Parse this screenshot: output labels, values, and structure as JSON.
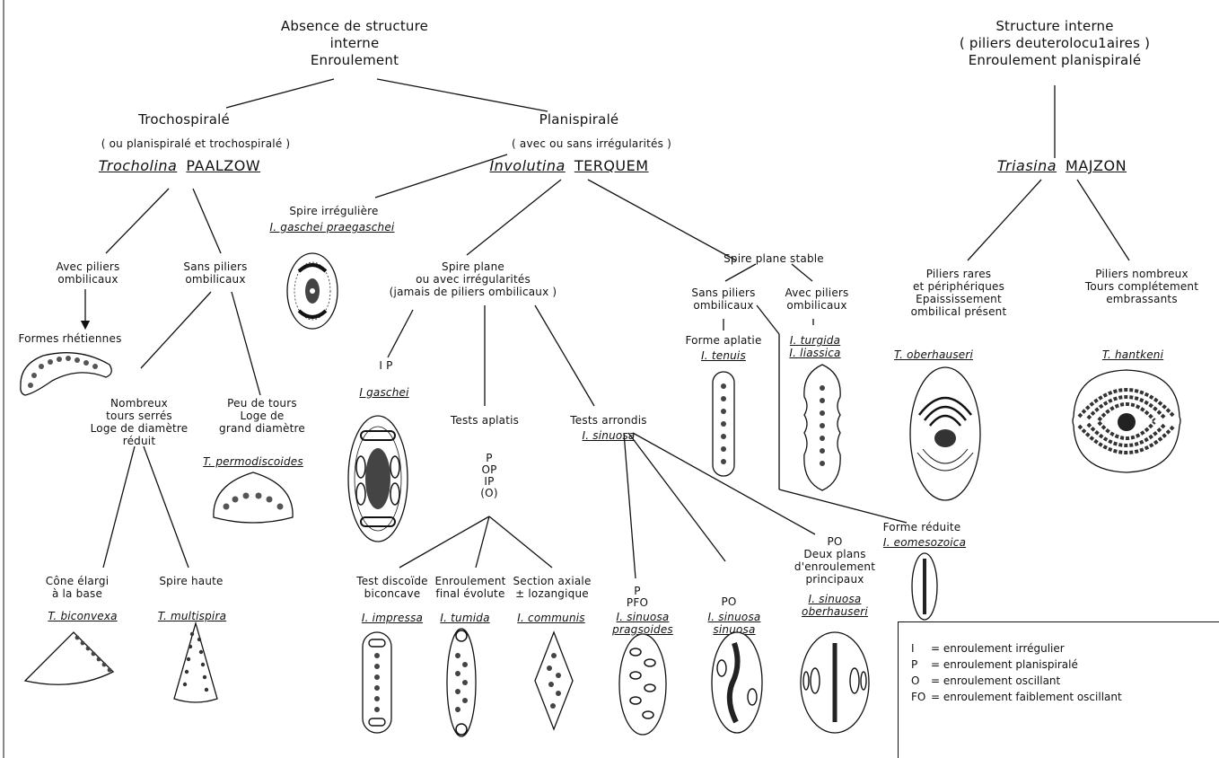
{
  "header_left": {
    "line1": "Absence de structure",
    "line2": "interne",
    "line3": "Enroulement"
  },
  "header_right": {
    "line1": "Structure interne",
    "line2": "( piliers deuterolocu1aires )",
    "line3": "Enroulement planispiralé"
  },
  "trocholina": {
    "title": "Trochospiralé",
    "subtitle": "( ou planispiralé et trochospiralé )",
    "genus": "Trocholina",
    "author": "PAALZOW",
    "branch_a": [
      "Avec piliers",
      "ombilicaux"
    ],
    "branch_a_result": "Formes rhétiennes",
    "branch_b": [
      "Sans piliers",
      "ombilicaux"
    ],
    "sub_a": [
      "Nombreux",
      "tours serrés",
      "Loge de diamètre",
      "réduit"
    ],
    "sub_b": [
      "Peu de tours",
      "Loge de",
      "grand diamètre"
    ],
    "sub_b_species": "T. permodiscoides",
    "leaf_a": [
      "Cône élargi",
      "à la base"
    ],
    "leaf_a_species": "T. biconvexa",
    "leaf_b": [
      "Spire haute"
    ],
    "leaf_b_species": "T. multispira"
  },
  "involutina": {
    "title": "Planispiralé",
    "subtitle": "( avec ou sans irrégularités )",
    "genus": "Involutina",
    "author": "TERQUEM",
    "irreg_label": "Spire irrégulière",
    "irreg_species": "I. gaschei praegaschei",
    "plane_label": [
      "Spire plane",
      "ou avec irrégularités",
      "(jamais de piliers ombilicaux )"
    ],
    "ip_code": "I P",
    "ip_species": "I gaschei",
    "aplatis_label": "Tests aplatis",
    "aplatis_codes": [
      "P",
      "OP",
      "IP",
      "(O)"
    ],
    "arrondis_label": "Tests arrondis",
    "arrondis_species": "I. sinuosa",
    "leaf_discoide": [
      "Test discoïde",
      "biconcave"
    ],
    "leaf_discoide_species": "I. impressa",
    "leaf_enroulement": [
      "Enroulement",
      "final évolute"
    ],
    "leaf_enroulement_species": "I. tumida",
    "leaf_section": [
      "Section axiale",
      "± lozangique"
    ],
    "leaf_section_species": "I. communis",
    "pfo_codes": [
      "P",
      "PFO"
    ],
    "pfo_species": [
      "I. sinuosa",
      "pragsoides"
    ],
    "po1_code": "PO",
    "po1_species": [
      "I. sinuosa",
      "sinuosa"
    ],
    "po2_code": "PO",
    "po2_text": [
      "Deux plans",
      "d'enroulement",
      "principaux"
    ],
    "po2_species": [
      "I. sinuosa",
      "oberhauseri"
    ],
    "stable_label": "Spire plane stable",
    "stable_a": [
      "Sans piliers",
      "ombilicaux"
    ],
    "stable_a_result": "Forme aplatie",
    "stable_a_species": "I. tenuis",
    "stable_b": [
      "Avec piliers",
      "ombilicaux"
    ],
    "stable_b_species": [
      "I. turgida",
      "I. liassica"
    ],
    "reduced_label": "Forme réduite",
    "reduced_species": "I. eomesozoica"
  },
  "triasina": {
    "genus": "Triasina",
    "author": "MAJZON",
    "branch_a": [
      "Piliers rares",
      "et périphériques",
      "Epaississement",
      "ombilical présent"
    ],
    "branch_a_species": "T. oberhauseri",
    "branch_b": [
      "Piliers nombreux",
      "Tours complétement",
      "embrassants"
    ],
    "branch_b_species": "T. hantkeni"
  },
  "legend": [
    {
      "key": "I",
      "text": "= enroulement irrégulier"
    },
    {
      "key": "P",
      "text": "= enroulement planispiralé"
    },
    {
      "key": "O",
      "text": "= enroulement oscillant"
    },
    {
      "key": "FO",
      "text": "= enroulement faiblement oscillant"
    }
  ]
}
